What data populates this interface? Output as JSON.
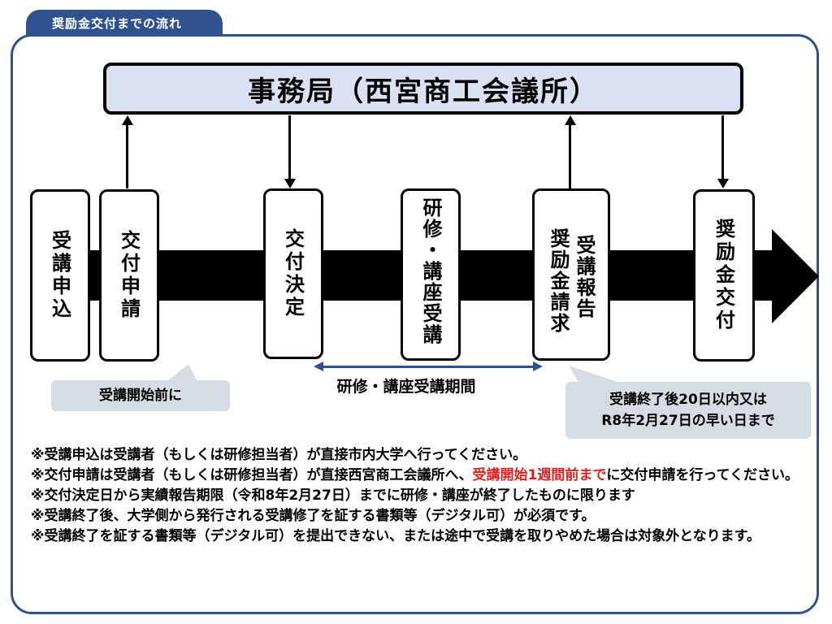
{
  "tab_label": "奨励金交付までの流れ",
  "office": "事務局（西宮商工会議所）",
  "steps": [
    {
      "label": "受講申込"
    },
    {
      "label": "交付申請"
    },
    {
      "label": "交付決定"
    },
    {
      "label": "研修・講座受講"
    },
    {
      "label_col1": "受講報告",
      "label_col2": "奨励金請求"
    },
    {
      "label": "奨励金交付"
    }
  ],
  "callouts": {
    "before_start": "受講開始前に",
    "deadline_line1": "受講終了後20日以内又は",
    "deadline_line2": "R8年2月27日の早い日まで"
  },
  "period_label": "研修・講座受講期間",
  "notes": [
    {
      "text": "※受講申込は受講者（もしくは研修担当者）が直接市内大学へ行ってください。"
    },
    {
      "pre": "※交付申請は受講者（もしくは研修担当者）が直接西宮商工会議所へ、",
      "highlight": "受講開始1週間前まで",
      "post": "に交付申請を行ってください。"
    },
    {
      "text": "※交付決定日から実績報告期限（令和8年2月27日）までに研修・講座が終了したものに限ります"
    },
    {
      "text": "※受講終了後、大学側から発行される受講修了を証する書類等（デジタル可）が必須です。"
    },
    {
      "text": "※受講終了を証する書類等（デジタル可）を提出できない、または途中で受講を取りやめた場合は対象外となります。"
    }
  ],
  "colors": {
    "accent": "#2f528f",
    "header_fill": "#d9e1f2",
    "callout_fill": "#d6dce4",
    "highlight": "#e02020"
  }
}
